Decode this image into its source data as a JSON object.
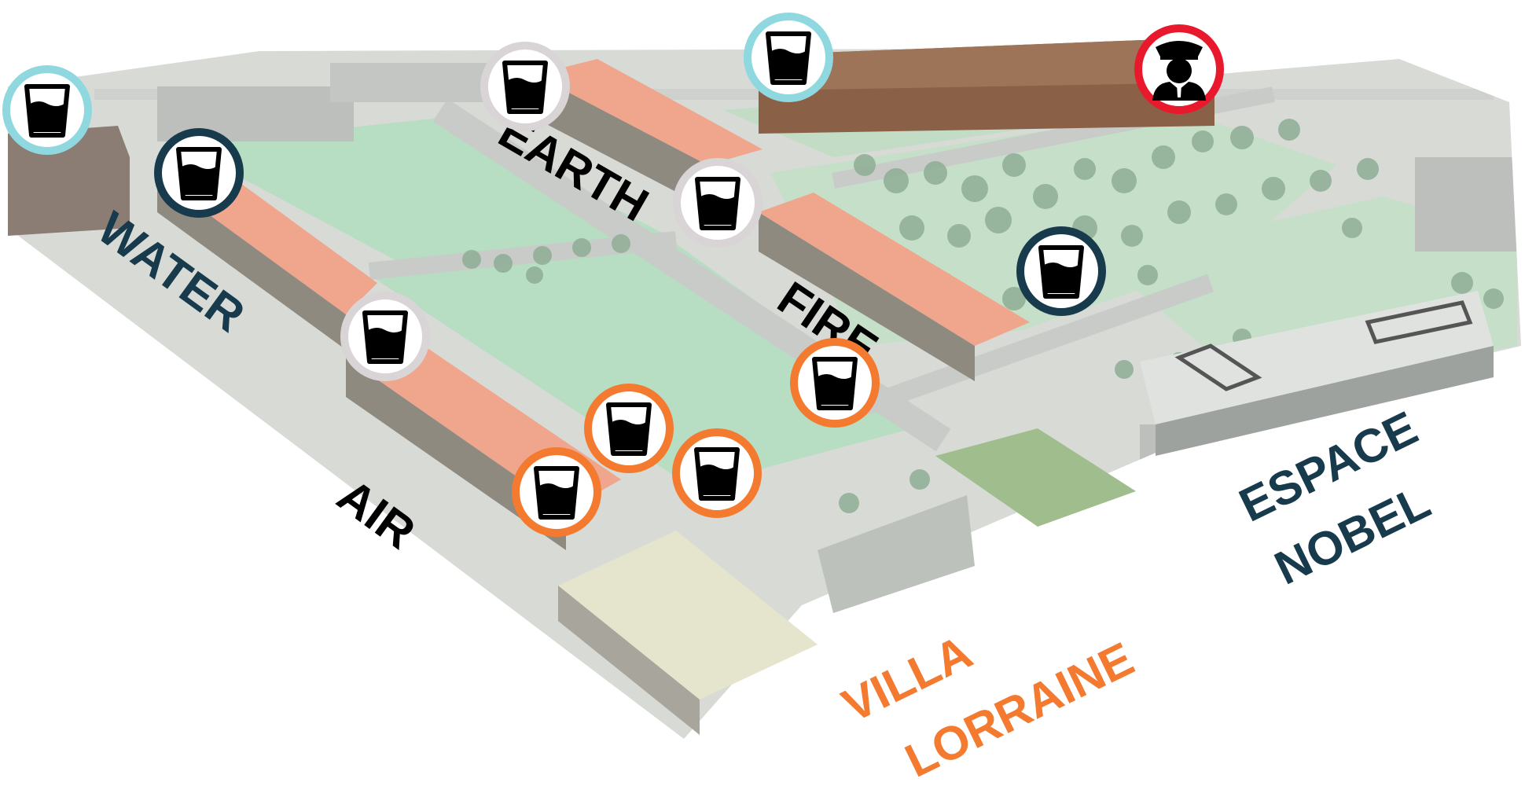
{
  "colors": {
    "water": "#173a4c",
    "earth": "#d9d4d6",
    "fire": "#d9d4d6",
    "air": "#d9d4d6",
    "villa_lorraine": "#f37a2f",
    "highlight": "#8fd8e0",
    "security": "#e8192c",
    "espace_nobel": "#173a4c",
    "grass": "#b5dcc0",
    "ground": "#d8dbd6",
    "roof": "#f3a78e"
  },
  "labels": {
    "water": "WATER",
    "earth": "EARTH",
    "fire": "FIRE",
    "air": "AIR",
    "villa_line1": "VILLA",
    "villa_line2": "LORRAINE",
    "espace_line1": "ESPACE",
    "espace_line2": "NOBEL"
  },
  "markers": [
    {
      "name": "water-fountain-marker-west",
      "icon": "water-glass-icon",
      "ring": "highlight"
    },
    {
      "name": "water-fountain-marker-water",
      "icon": "water-glass-icon",
      "ring": "water"
    },
    {
      "name": "water-fountain-marker-earth",
      "icon": "water-glass-icon",
      "ring": "earth"
    },
    {
      "name": "water-fountain-marker-north",
      "icon": "water-glass-icon",
      "ring": "highlight"
    },
    {
      "name": "security-marker",
      "icon": "security-guard-icon",
      "ring": "security"
    },
    {
      "name": "water-fountain-marker-fire",
      "icon": "water-glass-icon",
      "ring": "fire"
    },
    {
      "name": "water-fountain-marker-air",
      "icon": "water-glass-icon",
      "ring": "air"
    },
    {
      "name": "water-fountain-marker-espace-nobel",
      "icon": "water-glass-icon",
      "ring": "espace_nobel"
    },
    {
      "name": "water-fountain-marker-villa-1",
      "icon": "water-glass-icon",
      "ring": "villa_lorraine"
    },
    {
      "name": "water-fountain-marker-villa-2",
      "icon": "water-glass-icon",
      "ring": "villa_lorraine"
    },
    {
      "name": "water-fountain-marker-villa-3",
      "icon": "water-glass-icon",
      "ring": "villa_lorraine"
    },
    {
      "name": "water-fountain-marker-villa-4",
      "icon": "water-glass-icon",
      "ring": "villa_lorraine"
    }
  ]
}
